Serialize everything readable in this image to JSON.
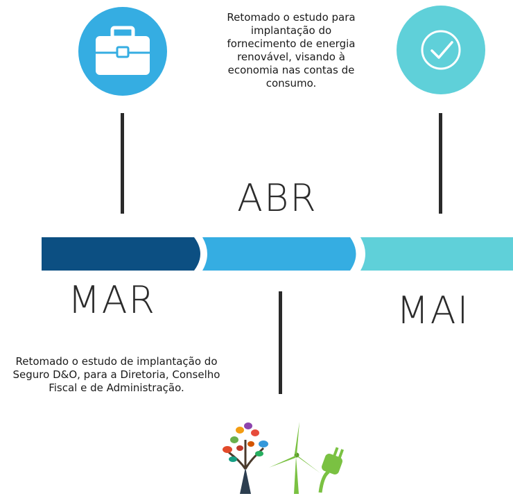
{
  "timeline": {
    "months": [
      {
        "label": "MAR",
        "color": "#0c4f82"
      },
      {
        "label": "ABR",
        "color": "#35ade2"
      },
      {
        "label": "MAI",
        "color": "#5fd0d9"
      }
    ],
    "notes": {
      "abr": "Retomado o estudo para implantação do fornecimento de energia renovável, visando à economia nas contas de consumo.",
      "mar": "Retomado o estudo de implantação do Seguro D&O, para a Diretoria, Conselho Fiscal e de Administração."
    },
    "icons": {
      "mar": {
        "name": "briefcase-icon",
        "color": "#35ade2"
      },
      "mai": {
        "name": "checkmark-icon",
        "color": "#5fd0d9"
      }
    },
    "line_color": "#2a2a2a"
  }
}
